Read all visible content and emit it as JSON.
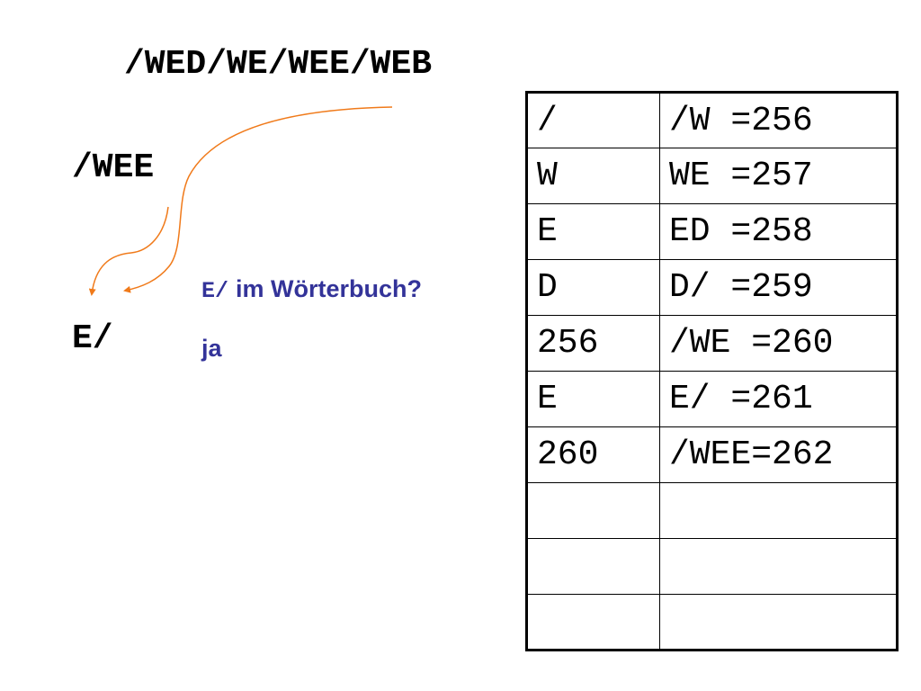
{
  "heading": "/WED/WE/WEE/WEB",
  "current_string": "/WEE",
  "output_string": "E/",
  "question": {
    "code": "E/",
    "text": "im Wörterbuch?"
  },
  "answer": "ja",
  "colors": {
    "text": "#000000",
    "accent_text": "#333399",
    "arrow": "#f07a1a"
  },
  "table": {
    "rows": [
      {
        "input": "/",
        "entry": "/W =256"
      },
      {
        "input": "W",
        "entry": "WE =257"
      },
      {
        "input": "E",
        "entry": "ED =258"
      },
      {
        "input": "D",
        "entry": "D/ =259"
      },
      {
        "input": "256",
        "entry": "/WE =260"
      },
      {
        "input": "E",
        "entry": "E/ =261"
      },
      {
        "input": "260",
        "entry": "/WEE=262"
      },
      {
        "input": "",
        "entry": ""
      },
      {
        "input": "",
        "entry": ""
      },
      {
        "input": "",
        "entry": ""
      }
    ]
  }
}
